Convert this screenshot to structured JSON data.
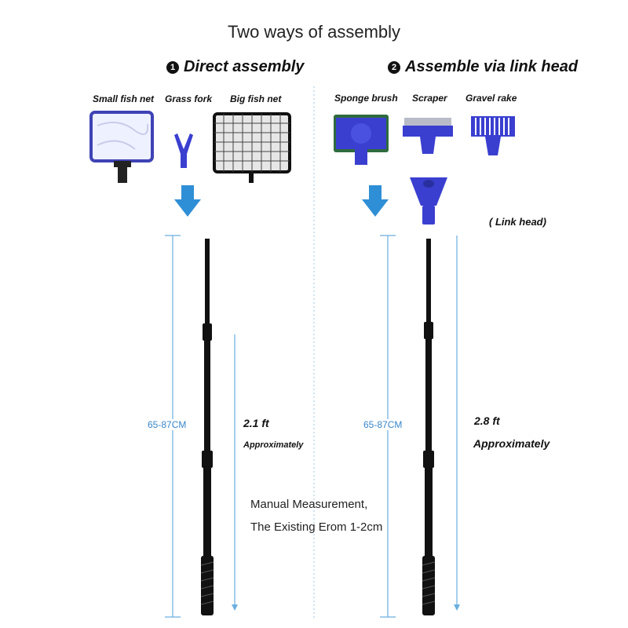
{
  "title": "Two ways of assembly",
  "method1": {
    "number": "1",
    "heading": "Direct assembly",
    "items": [
      "Small fish net",
      "Grass fork",
      "Big fish net"
    ],
    "measure": "65-87CM",
    "length": "2.1 ft",
    "approx": "Approximately"
  },
  "method2": {
    "number": "2",
    "heading": "Assemble via link head",
    "items": [
      "Sponge brush",
      "Scraper",
      "Gravel rake"
    ],
    "link_head": "( Link head)",
    "measure": "65-87CM",
    "length": "2.8 ft",
    "approx": "Approximately"
  },
  "note_line1": "Manual Measurement,",
  "note_line2": "The Existing Erom 1-2cm",
  "colors": {
    "arrow": "#2f8fd6",
    "tool_blue": "#3a3fd0",
    "measure_line": "#6aaee0",
    "pole": "#111111"
  }
}
